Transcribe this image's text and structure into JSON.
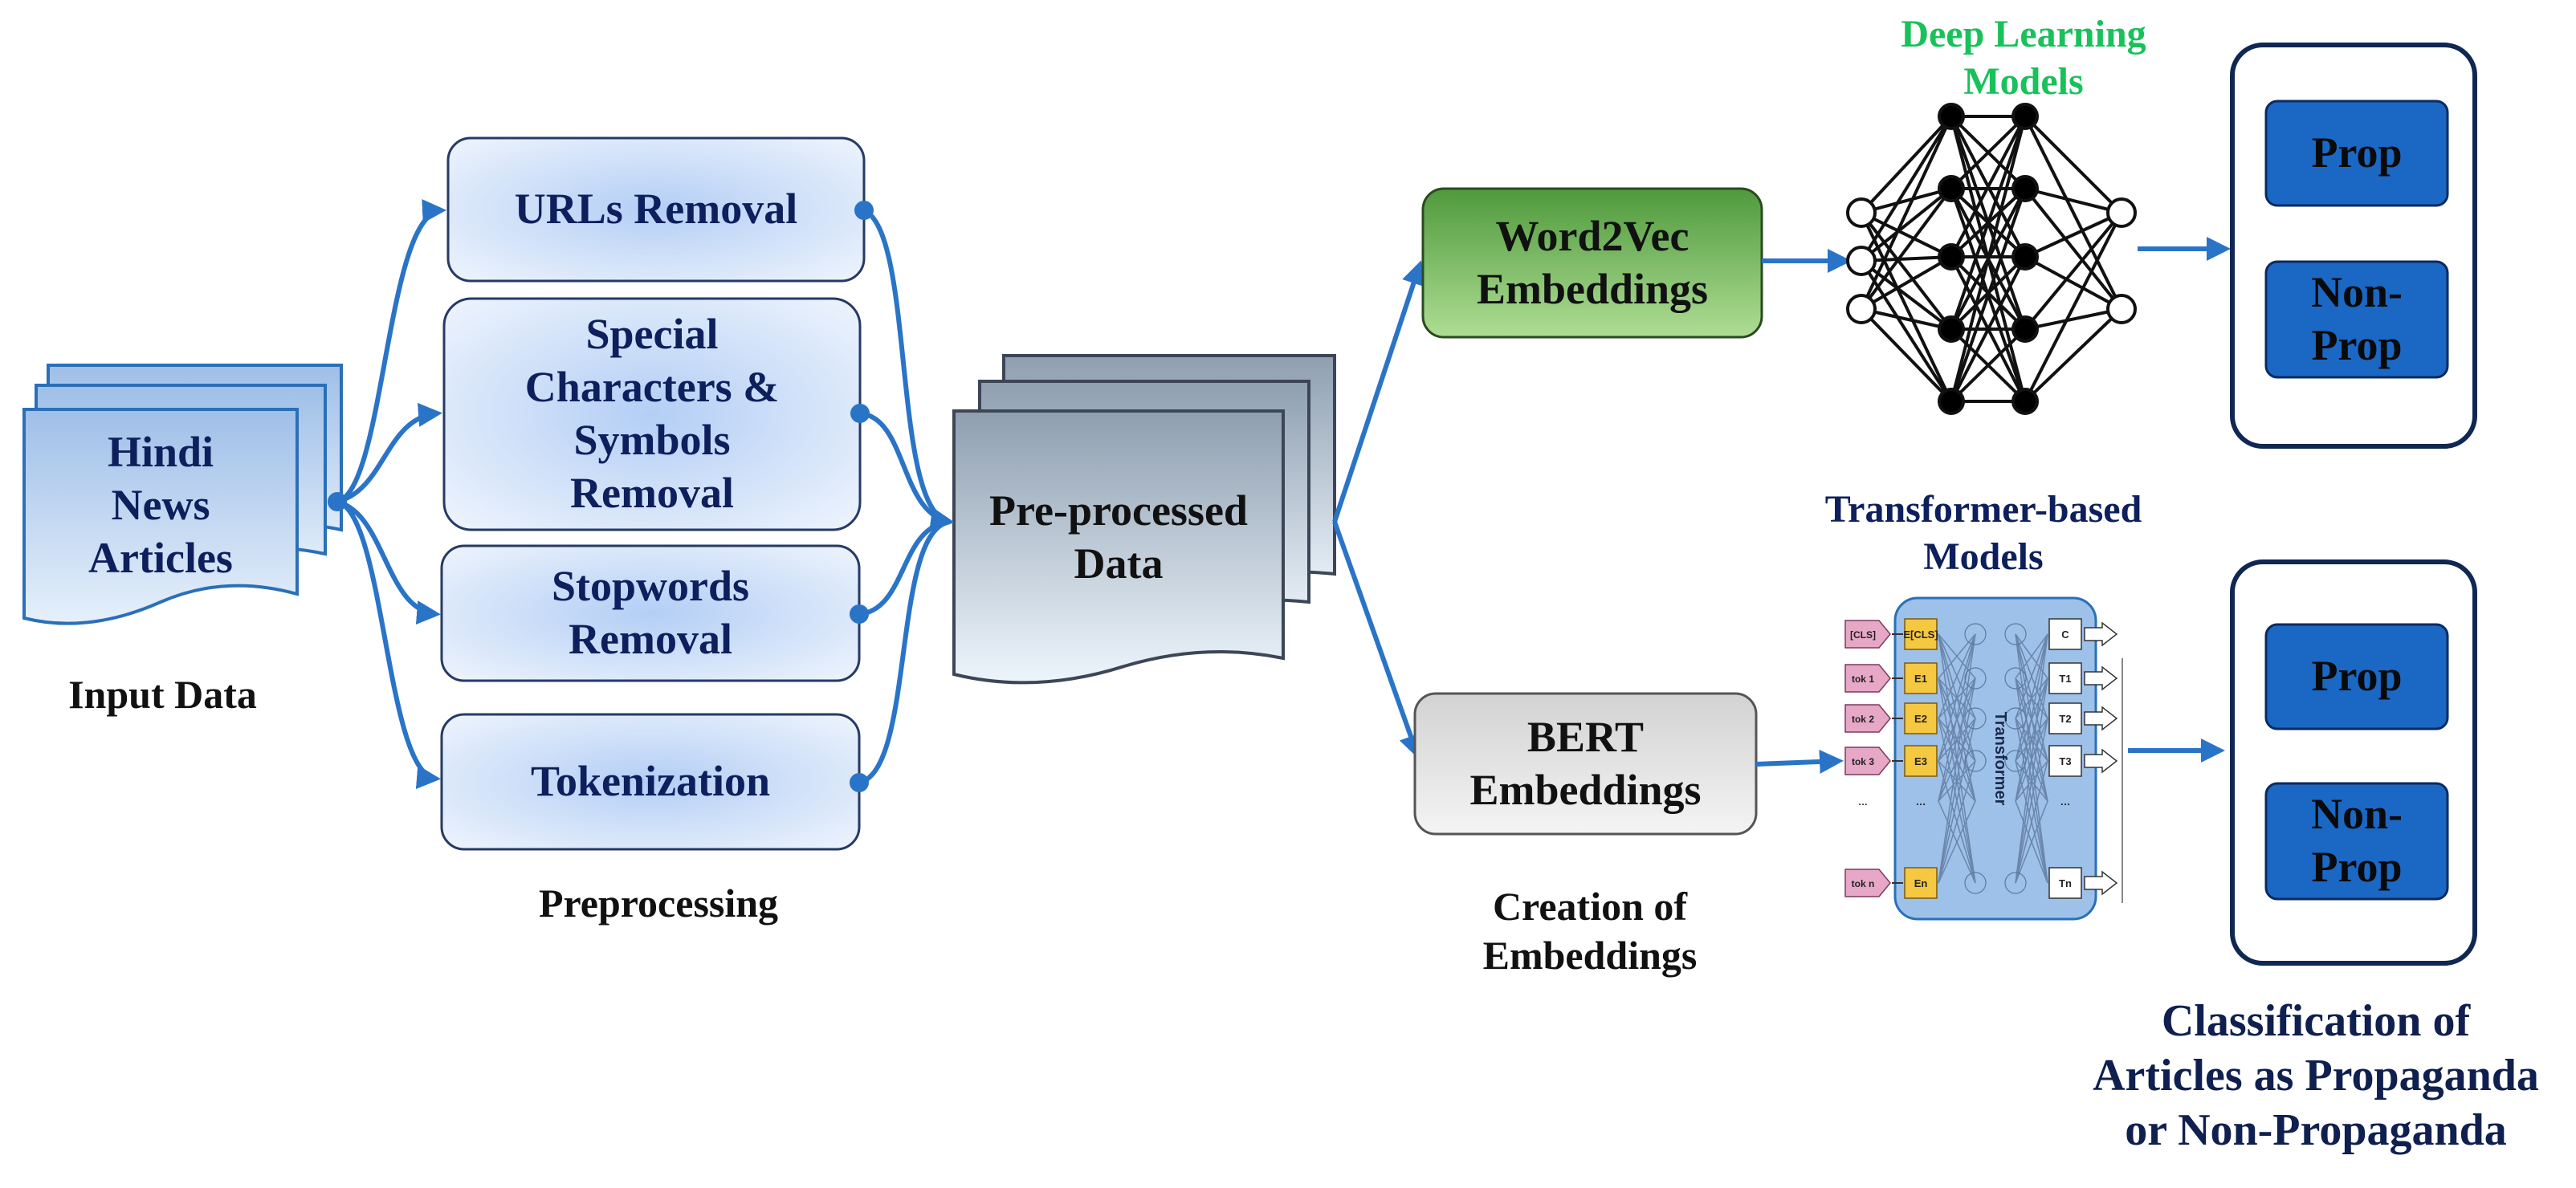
{
  "input": {
    "doc_text": "Hindi\nNews\nArticles",
    "caption": "Input Data"
  },
  "preprocessing": {
    "steps": [
      "URLs Removal",
      "Special\nCharacters &\nSymbols\nRemoval",
      "Stopwords\nRemoval",
      "Tokenization"
    ],
    "caption": "Preprocessing"
  },
  "preprocessed": {
    "doc_text": "Pre-processed\nData"
  },
  "embeddings": {
    "word2vec": "Word2Vec\nEmbeddings",
    "bert": "BERT\nEmbeddings",
    "caption": "Creation of\nEmbeddings"
  },
  "models": {
    "deep_learning_title": "Deep Learning\nModels",
    "transformer_title": "Transformer-based\nModels",
    "transformer_inner_label": "Transformer",
    "bert_inputs": [
      "[CLS]",
      "tok 1",
      "tok 2",
      "tok 3",
      "…",
      "tok n"
    ],
    "bert_embeds": [
      "E[CLS]",
      "E1",
      "E2",
      "E3",
      "…",
      "En"
    ],
    "bert_outputs": [
      "C",
      "T1",
      "T2",
      "T3",
      "…",
      "Tn"
    ]
  },
  "classification": {
    "upper": [
      "Prop",
      "Non-\nProp"
    ],
    "lower": [
      "Prop",
      "Non-\nProp"
    ],
    "caption": "Classification of\nArticles as Propaganda\nor Non-Propaganda"
  },
  "colors": {
    "arrow": "#2a74c8",
    "navy_text": "#0d1f5c",
    "green_title": "#19c15a",
    "class_box": "#1a68c4",
    "transformer_bg": "#9ec1ea"
  }
}
